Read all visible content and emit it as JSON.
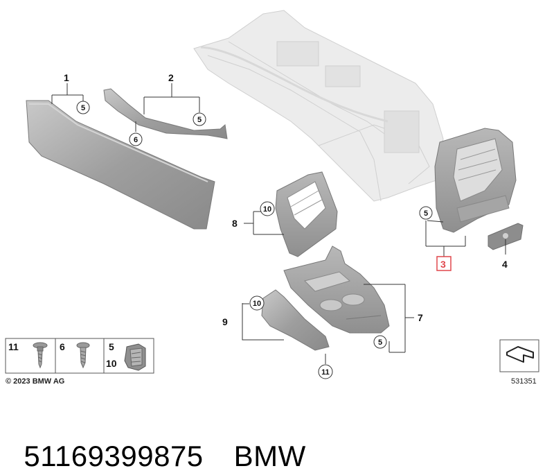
{
  "diagram": {
    "callouts": {
      "c1": "1",
      "c2": "2",
      "c3": "3",
      "c4": "4",
      "c7": "7",
      "c8": "8",
      "c9": "9"
    },
    "bubbles": {
      "b5a": "5",
      "b5b": "5",
      "b6": "6",
      "b10a": "10",
      "b5c": "5",
      "b10b": "10",
      "b5d": "5",
      "b11": "11"
    },
    "legend": {
      "cell1": {
        "label": "11",
        "icon": "screw-with-washer-icon"
      },
      "cell2": {
        "label": "6",
        "icon": "screw-icon"
      },
      "cell3": {
        "label_top": "5",
        "label_bottom": "10",
        "icon": "clip-icon"
      }
    },
    "copyright": "© 2023 BMW AG",
    "reference_number": "531351",
    "reference_icon": "orientation-arrow-icon",
    "highlight_color": "#e0474c"
  },
  "footer": {
    "part_number": "51169399875",
    "brand": "BMW"
  }
}
